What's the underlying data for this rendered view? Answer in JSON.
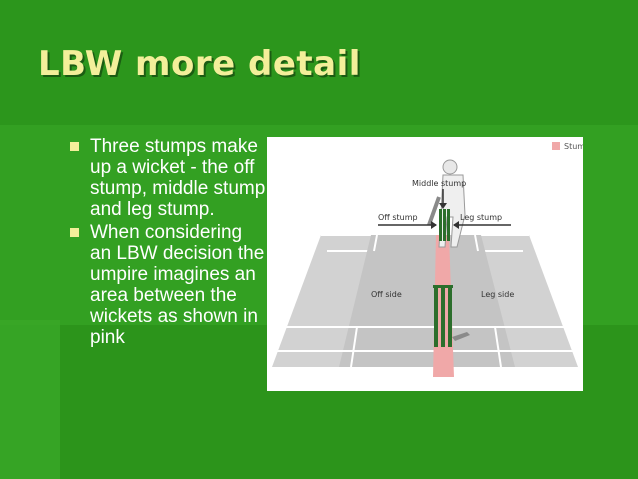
{
  "slide": {
    "title": "LBW more detail",
    "bullets": [
      "Three stumps make up a wicket - the off stump, middle stump and leg stump.",
      "When considering an LBW decision the umpire imagines an area between the wickets as shown in pink"
    ]
  },
  "diagram": {
    "legend": "Stump line",
    "labels": {
      "middle": "Middle stump",
      "off": "Off stump",
      "leg": "Leg stump",
      "off_side": "Off side",
      "leg_side": "Leg side"
    }
  },
  "colors": {
    "background": "#2f9a1f",
    "title": "#f3ef9a",
    "text": "#ffffff",
    "stump_line": "#f0a8a8",
    "stumps": "#2c6e2c"
  }
}
